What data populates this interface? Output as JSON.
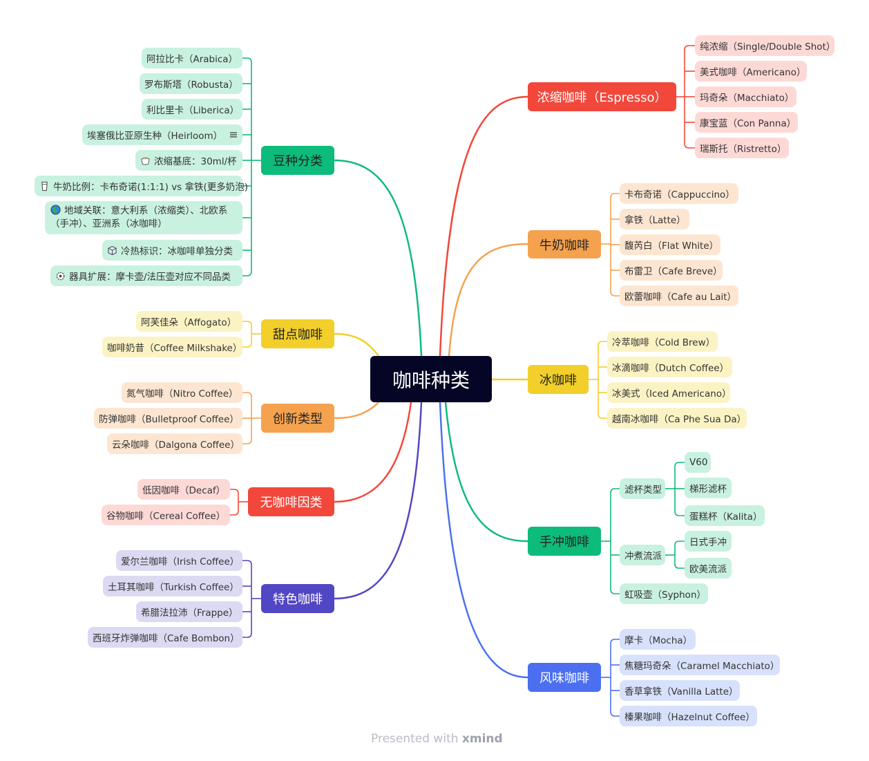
{
  "center": "咖啡种类",
  "branches": {
    "espresso": {
      "label": "浓缩咖啡（Espresso）",
      "items": [
        "纯浓缩（Single/Double Shot）",
        "美式咖啡（Americano）",
        "玛奇朵（Macchiato）",
        "康宝蓝（Con Panna）",
        "瑞斯托（Ristretto）"
      ]
    },
    "milk": {
      "label": "牛奶咖啡",
      "items": [
        "卡布奇诺（Cappuccino）",
        "拿铁（Latte）",
        "馥芮白（Flat White）",
        "布雷卫（Cafe Breve）",
        "欧蕾咖啡（Cafe au Lait）"
      ]
    },
    "iced": {
      "label": "冰咖啡",
      "items": [
        "冷萃咖啡（Cold Brew）",
        "冰滴咖啡（Dutch Coffee）",
        "冰美式（Iced Americano）",
        "越南冰咖啡（Ca Phe Sua Da）"
      ]
    },
    "pourover": {
      "label": "手冲咖啡",
      "dripper": {
        "label": "滤杯类型",
        "items": [
          "V60",
          "梯形滤杯",
          "蛋糕杯（Kalita）"
        ]
      },
      "school": {
        "label": "冲煮流派",
        "items": [
          "日式手冲",
          "欧美流派"
        ]
      },
      "syphon": "虹吸壶（Syphon）"
    },
    "flavored": {
      "label": "风味咖啡",
      "items": [
        "摩卡（Mocha）",
        "焦糖玛奇朵（Caramel Macchiato）",
        "香草拿铁（Vanilla Latte）",
        "榛果咖啡（Hazelnut Coffee）"
      ]
    },
    "beans": {
      "label": "豆种分类",
      "items": [
        "阿拉比卡（Arabica）",
        "罗布斯塔（Robusta）",
        "利比里卡（Liberica）",
        "埃塞俄比亚原生种（Heirloom）",
        "浓缩基底：30ml/杯",
        "牛奶比例：卡布奇诺(1:1:1) vs 拿铁(更多奶泡)",
        "地域关联：意大利系（浓缩类）、北欧系（手冲）、亚洲系（冰咖啡）",
        "冷热标识：冰咖啡单独分类",
        "器具扩展：摩卡壶/法压壶对应不同品类"
      ]
    },
    "dessert": {
      "label": "甜点咖啡",
      "items": [
        "阿芙佳朵（Affogato）",
        "咖啡奶昔（Coffee Milkshake）"
      ]
    },
    "innovative": {
      "label": "创新类型",
      "items": [
        "氮气咖啡（Nitro Coffee）",
        "防弹咖啡（Bulletproof Coffee）",
        "云朵咖啡（Dalgona Coffee）"
      ]
    },
    "decaf": {
      "label": "无咖啡因类",
      "items": [
        "低因咖啡（Decaf）",
        "谷物咖啡（Cereal Coffee）"
      ]
    },
    "special": {
      "label": "特色咖啡",
      "items": [
        "爱尔兰咖啡（Irish Coffee）",
        "土耳其咖啡（Turkish Coffee）",
        "希腊法拉沛（Frappe）",
        "西班牙炸弹咖啡（Cafe Bombon）"
      ]
    }
  },
  "icons": [
    "coffee-cup-icon",
    "milk-glass-icon",
    "globe-icon",
    "ice-cube-icon",
    "gear-icon",
    "note-icon"
  ],
  "footer": {
    "prefix": "Presented with ",
    "brand": "xmind"
  },
  "colors": {
    "red": "#f2473b",
    "orange": "#f5a24f",
    "yellow": "#f2cf2a",
    "green": "#0dbb7a",
    "blue": "#4b6ff0",
    "purple": "#5146c3",
    "center": "#050625"
  }
}
